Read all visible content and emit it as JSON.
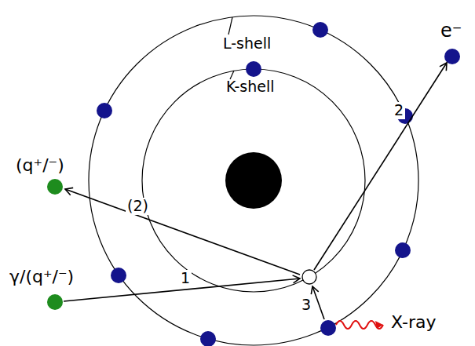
{
  "diagram": {
    "labels": [
      "L-shell",
      "K-shell",
      "e⁻",
      "(q⁺/⁻)",
      "(2)",
      "2",
      "1",
      "γ/(q⁺/⁻)",
      "3",
      "X-ray"
    ]
  }
}
